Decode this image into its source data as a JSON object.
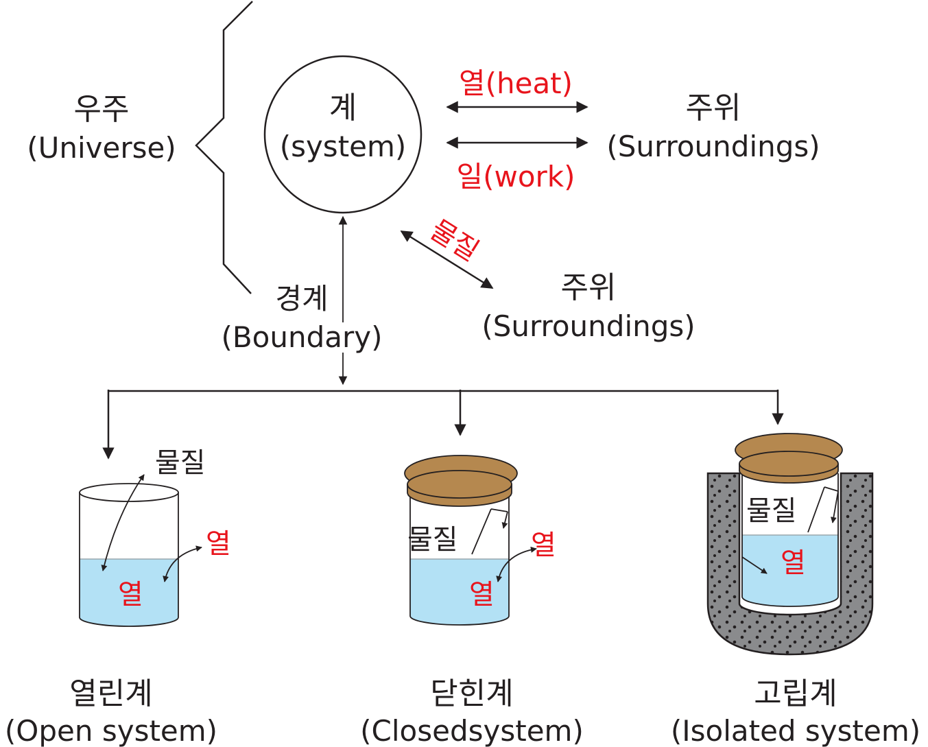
{
  "universe": {
    "ko": "우주",
    "en": "(Universe)"
  },
  "system": {
    "ko": "계",
    "en": "(system)"
  },
  "surroundings_top": {
    "ko": "주위",
    "en": "(Surroundings)"
  },
  "surroundings_mid": {
    "ko": "주위",
    "en": "(Surroundings)"
  },
  "boundary": {
    "ko": "경계",
    "en": "(Boundary)"
  },
  "flows": {
    "heat": "열(heat)",
    "work": "일(work)",
    "matter": "물질"
  },
  "systems": [
    {
      "ko": "열린계",
      "en": "(Open system)",
      "matter": "물질",
      "heat_out": "열",
      "heat_in": "열"
    },
    {
      "ko": "닫힌계",
      "en": "(Closedsystem)",
      "matter": "물질",
      "heat_out": "열",
      "heat_in": "열"
    },
    {
      "ko": "고립계",
      "en": "(Isolated system)",
      "matter": "물질",
      "heat_in": "열"
    }
  ],
  "colors": {
    "accent": "#e8141c",
    "water": "#b3e1f5",
    "lid": "#b5884f",
    "insulation": "#8a8b8d",
    "ink": "#231f20"
  }
}
